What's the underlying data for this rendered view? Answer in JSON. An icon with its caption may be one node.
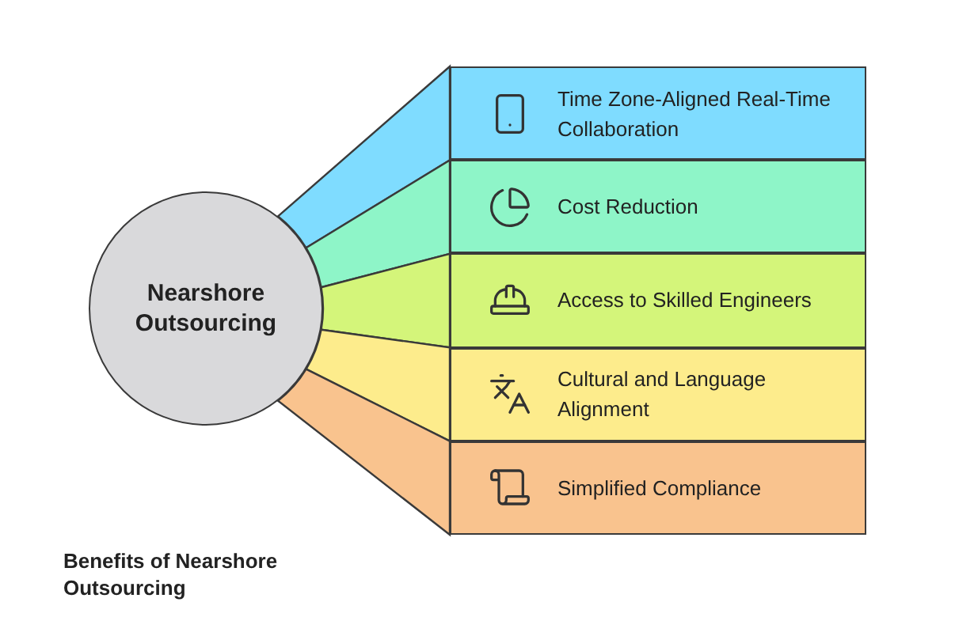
{
  "diagram": {
    "title": "Benefits of Nearshore Outsourcing",
    "nodes": [
      {
        "text": [
          "Nearshore Outsourcing"
        ]
      },
      {
        "text": [
          "Time Zone-Aligned Real-Time Collaboration"
        ]
      },
      {
        "text": [
          "Cost Reduction"
        ]
      },
      {
        "text": [
          "Access to Skilled Engineers"
        ]
      },
      {
        "text": [
          "Cultural and Language Alignment"
        ]
      },
      {
        "text": [
          "Simplified Compliance"
        ]
      }
    ],
    "edges": [
      {
        "from": 0,
        "to": 1,
        "arrow": "none",
        "color": "#7fdcff"
      },
      {
        "from": 0,
        "to": 2,
        "arrow": "none",
        "color": "#8ef5c8"
      },
      {
        "from": 0,
        "to": 3,
        "arrow": "none",
        "color": "#d4f57a"
      },
      {
        "from": 0,
        "to": 4,
        "arrow": "none",
        "color": "#fdec8c"
      },
      {
        "from": 0,
        "to": 5,
        "arrow": "none",
        "color": "#f9c38e"
      }
    ]
  }
}
